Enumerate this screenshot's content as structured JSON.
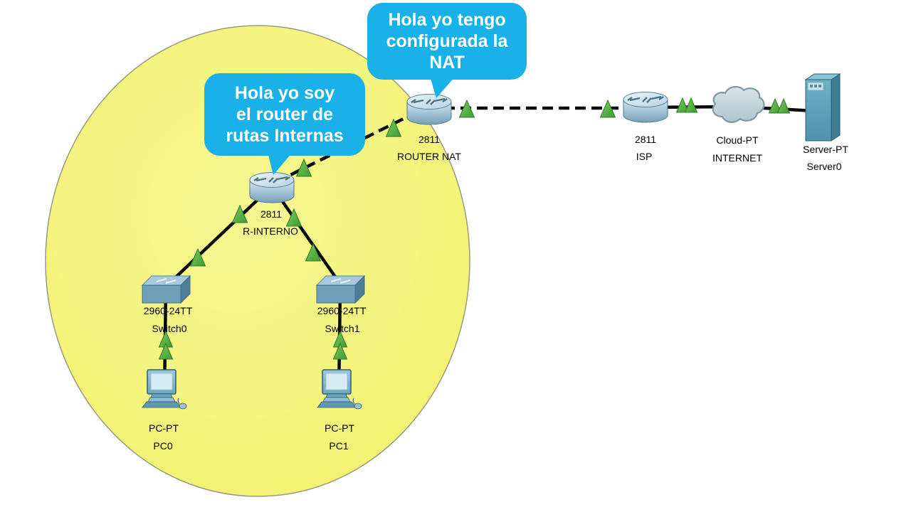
{
  "bubbles": {
    "nat": {
      "lines": [
        "Hola yo tengo",
        "configurada la",
        "NAT"
      ]
    },
    "interno": {
      "lines": [
        "Hola yo soy",
        "el router de",
        "rutas Internas"
      ]
    }
  },
  "devices": {
    "router_nat": {
      "model": "2811",
      "name": "ROUTER NAT"
    },
    "isp": {
      "model": "2811",
      "name": "ISP"
    },
    "internet": {
      "model": "Cloud-PT",
      "name": "INTERNET"
    },
    "server0": {
      "model": "Server-PT",
      "name": "Server0"
    },
    "r_interno": {
      "model": "2811",
      "name": "R-INTERNO"
    },
    "switch0": {
      "model": "2960-24TT",
      "name": "Switch0"
    },
    "switch1": {
      "model": "2960-24TT",
      "name": "Switch1"
    },
    "pc0": {
      "model": "PC-PT",
      "name": "PC0"
    },
    "pc1": {
      "model": "PC-PT",
      "name": "PC1"
    }
  },
  "icons": {
    "router": "router-cylinder-icon",
    "switch": "switch-3d-icon",
    "pc": "desktop-pc-icon",
    "server": "server-tower-icon",
    "cloud": "cloud-icon",
    "link_status": "green-triangle-up-icon"
  },
  "colors": {
    "bubble": "#1AB1E8",
    "bubble_text": "#FFFFFF",
    "zone_fill": "#F5F57D",
    "zone_border": "#9A9A7D",
    "link": "#0B0B0B",
    "status_up": "#54AF47"
  }
}
